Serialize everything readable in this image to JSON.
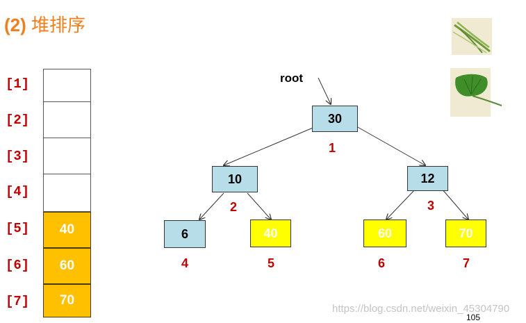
{
  "title": {
    "number": "(2)",
    "text": "堆排序"
  },
  "array": [
    {
      "index": "[1]",
      "value": ""
    },
    {
      "index": "[2]",
      "value": ""
    },
    {
      "index": "[3]",
      "value": ""
    },
    {
      "index": "[4]",
      "value": ""
    },
    {
      "index": "[5]",
      "value": "40"
    },
    {
      "index": "[6]",
      "value": "60"
    },
    {
      "index": "[7]",
      "value": "70"
    }
  ],
  "tree": {
    "root_label": "root",
    "nodes": [
      {
        "value": "30",
        "label": "1",
        "color": "#b7dde8"
      },
      {
        "value": "10",
        "label": "2",
        "color": "#b7dde8"
      },
      {
        "value": "12",
        "label": "3",
        "color": "#b7dde8"
      },
      {
        "value": "6",
        "label": "4",
        "color": "#b7dde8"
      },
      {
        "value": "40",
        "label": "5",
        "color": "#ffff00"
      },
      {
        "value": "60",
        "label": "6",
        "color": "#ffff00"
      },
      {
        "value": "70",
        "label": "7",
        "color": "#ffff00"
      }
    ]
  },
  "colors": {
    "title": "#f07f1e",
    "index": "#c00000",
    "array_filled": "#ffc000"
  },
  "decorations": [
    "grass-leaf-image",
    "ginkgo-leaf-image"
  ],
  "watermark": "https://blog.csdn.net/weixin_45304790",
  "page_number": "105"
}
